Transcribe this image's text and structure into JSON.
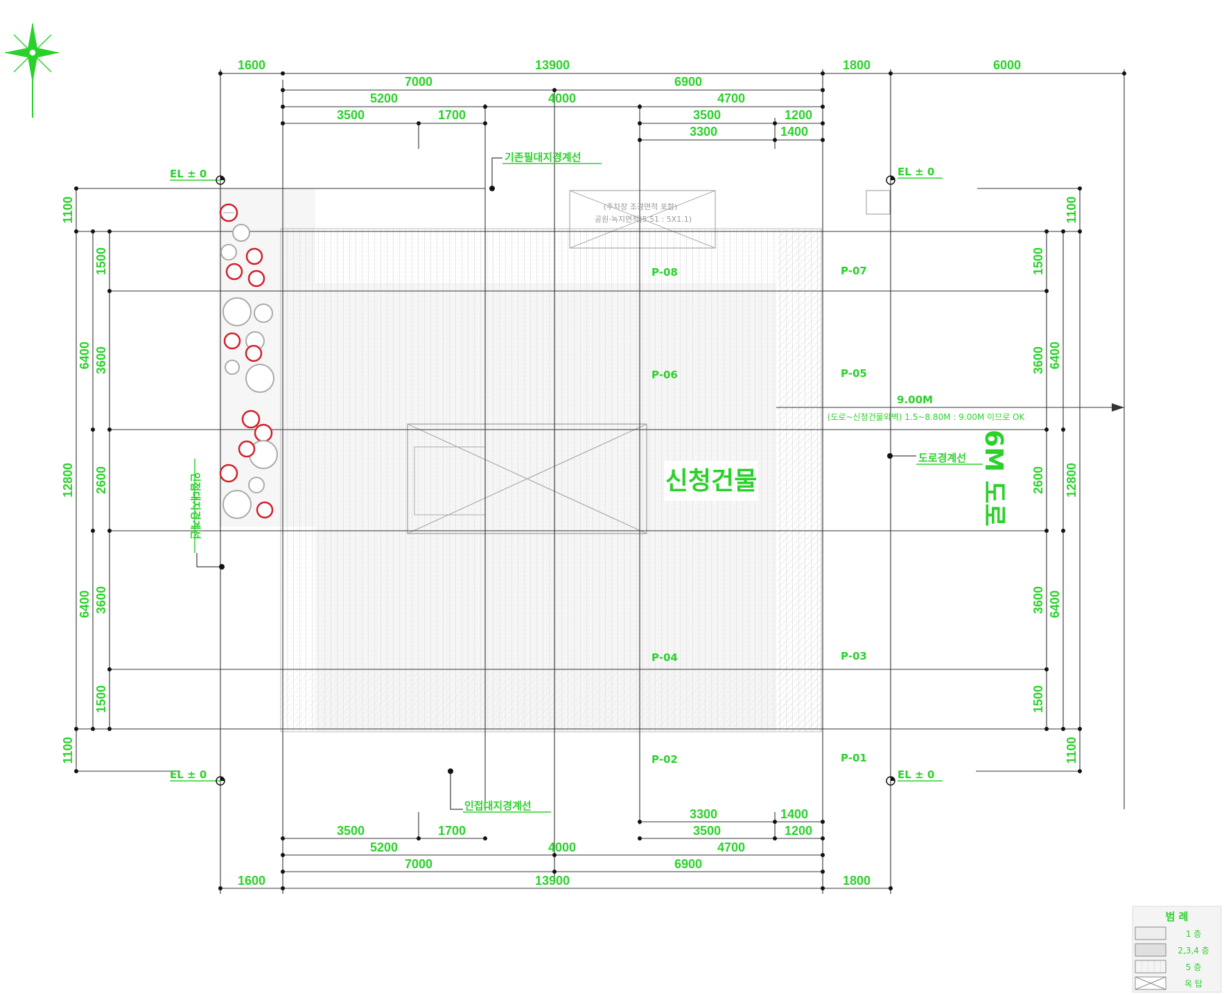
{
  "colors": {
    "accent": "#2bd12b",
    "line": "#333333",
    "hatch": "#cfcfcf",
    "tree": "#d11f2a"
  },
  "top_dims": {
    "row1": [
      "1600",
      "13900",
      "1800",
      "6000"
    ],
    "row2": [
      "7000",
      "6900"
    ],
    "row3": [
      "5200",
      "4000",
      "4700"
    ],
    "row4": [
      "3500",
      "1700",
      "3500",
      "1200"
    ],
    "row5": [
      "3300",
      "1400"
    ]
  },
  "bottom_dims": {
    "row1": [
      "3300",
      "1400"
    ],
    "row2": [
      "3500",
      "1700",
      "3500",
      "1200"
    ],
    "row3": [
      "5200",
      "4000",
      "4700"
    ],
    "row4": [
      "7000",
      "6900"
    ],
    "row5": [
      "1600",
      "13900",
      "1800"
    ]
  },
  "left_dims": {
    "outer": [
      "1100",
      "12800",
      "1100"
    ],
    "mid": [
      "6400",
      "6400"
    ],
    "inner": [
      "1500",
      "3600",
      "2600",
      "3600",
      "1500"
    ]
  },
  "right_dims": {
    "outer": [
      "1100",
      "12800",
      "1100"
    ],
    "mid": [
      "6400",
      "6400"
    ],
    "inner": [
      "1500",
      "3600",
      "2600",
      "3600",
      "1500"
    ]
  },
  "labels": {
    "el_top_left": "EL ± 0",
    "el_top_right": "EL ± 0",
    "el_bottom_left": "EL ± 0",
    "el_bottom_right": "EL ± 0",
    "boundary_top": "기존필대지경계선",
    "boundary_bottom": "인접대지경계선",
    "boundary_left": "인접대지경계선",
    "road_boundary": "도로경계선",
    "road_name": "6M 도로",
    "building": "신청건물",
    "distance": "9.00M",
    "distance_note": "(도로~신청건물외벽) 1.5~8.80M : 9.00M 이므로 OK",
    "top_note_1": "(주차장 조경면적 포함)",
    "top_note_2": "공원·녹지면적(5.51 : 5X1.1)"
  },
  "parking": [
    "P-08",
    "P-07",
    "P-06",
    "P-05",
    "P-04",
    "P-03",
    "P-02",
    "P-01"
  ],
  "legend": {
    "title": "범 례",
    "items": [
      "1 층",
      "2,3,4 층",
      "5 층",
      "옥 탑"
    ]
  }
}
